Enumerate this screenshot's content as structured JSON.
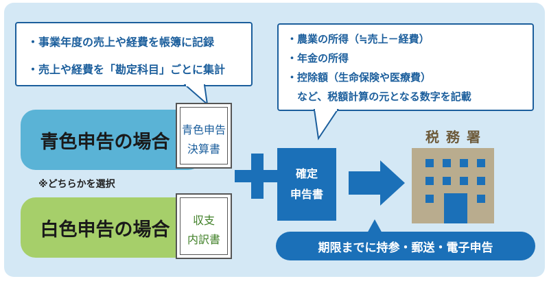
{
  "bubble_top_left": {
    "lines": [
      "・事業年度の売上や経費を帳簿に記録",
      "・売上や経費を「勘定科目」ごとに集計"
    ]
  },
  "bubble_top_right": {
    "lines": [
      "・農業の所得（≒売上－経費）",
      "・年金の所得",
      "・控除額（生命保険や医療費）",
      "　など、税額計算の元となる数字を記載"
    ]
  },
  "blue_case": {
    "label": "青色申告の場合",
    "doc_lines": [
      "青色申告",
      "決算書"
    ]
  },
  "choice_note": "※どちらかを選択",
  "white_case": {
    "label": "白色申告の場合",
    "doc_lines": [
      "収支",
      "内訳書"
    ]
  },
  "return_doc": {
    "lines": [
      "確定",
      "申告書"
    ]
  },
  "tax_office": {
    "label": "税務署"
  },
  "submission_banner": "期限までに持参・郵送・電子申告",
  "colors": {
    "panel_bg": "#d4e8f5",
    "accent_blue": "#1b70b8",
    "bubble_border": "#1b5e9c",
    "blue_pill": "#5ab3d6",
    "green_pill": "#a6cf6a",
    "building": "#b9ac8e",
    "building_window": "#1b70b8",
    "tax_label": "#6d5a3a"
  },
  "icons": {
    "plus": "plus-icon",
    "arrow": "right-arrow-icon",
    "building": "tax-office-building-icon"
  }
}
